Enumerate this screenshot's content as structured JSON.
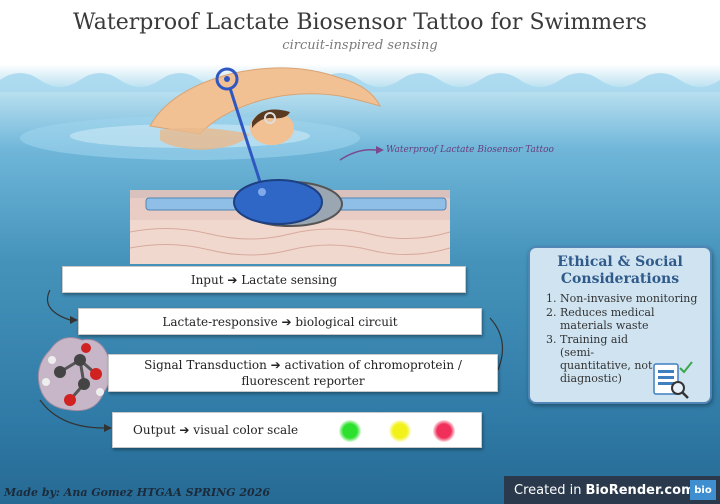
{
  "title": "Waterproof Lactate Biosensor Tattoo for Swimmers",
  "subtitle": "circuit-inspired sensing",
  "tattoo_label": "Waterproof Lactate Biosensor Tattoo",
  "steps": [
    {
      "label": "Input ➔ Lactate sensing"
    },
    {
      "label": "Lactate-responsive ➔ biological circuit"
    },
    {
      "label_line1": "Signal Transduction ➔ activation of chromoprotein /",
      "label_line2": "fluorescent reporter"
    },
    {
      "label": "Output ➔ visual color scale"
    }
  ],
  "output_colors": [
    "#2ee02e",
    "#f2f21a",
    "#f0305a"
  ],
  "ethics": {
    "title_line1": "Ethical & Social",
    "title_line2": "Considerations",
    "items": [
      "Non-invasive monitoring",
      "Reduces medical materials waste",
      "Training aid (semi-quantitative, not diagnostic)"
    ],
    "icon": "spreadsheet-check-magnifier-icon"
  },
  "credit": "Made by: Ana Gomez  HTGAA SPRING 2026",
  "biorender": {
    "prefix": "Created in",
    "brand": "BioRender.com",
    "logo": "bio"
  },
  "colors": {
    "ethics_border": "#4f86b5",
    "ethics_title": "#2f5a8a",
    "water": "#4593bb",
    "label_purple": "#6a3d7a"
  }
}
